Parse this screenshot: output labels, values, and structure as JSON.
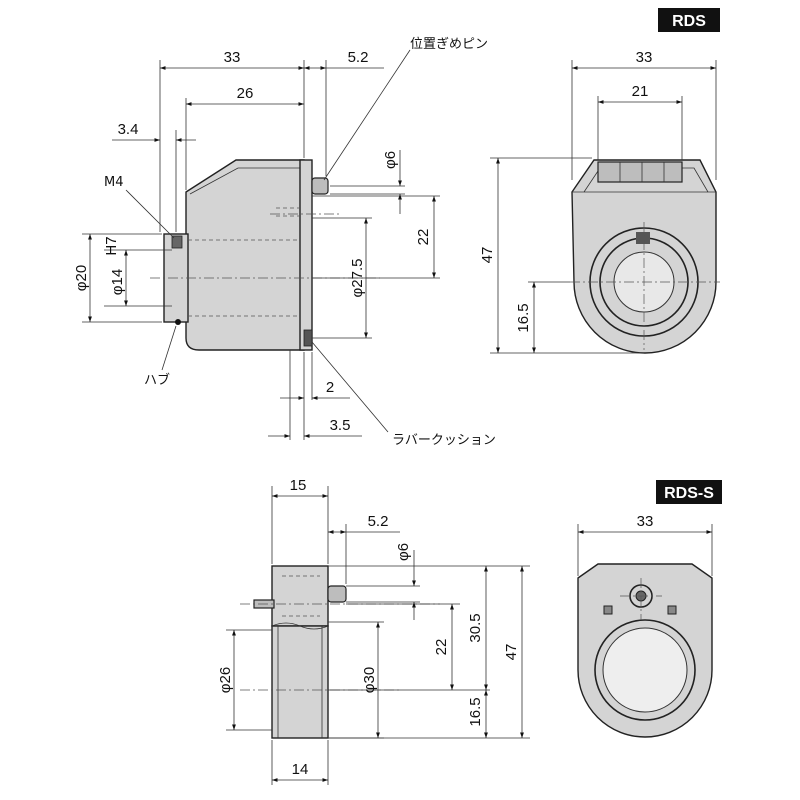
{
  "views": {
    "rds": {
      "model_label": "RDS"
    },
    "rds_s": {
      "model_label": "RDS-S"
    }
  },
  "notes": {
    "positioning_pin": "位置ぎめピン",
    "rubber_cushion": "ラバークッション",
    "hub": "ハブ",
    "thread": "M4"
  },
  "dimensions": {
    "rds_side": {
      "overall_length": "33",
      "body_length": "26",
      "pin_offset": "5.2",
      "hub_length": "3.4",
      "pin_dia": "φ6",
      "pin_height": "22",
      "hub_outer_dia": "φ20",
      "bore_dia": "φ14",
      "bore_tolerance": "H7",
      "body_dia": "φ27.5",
      "cushion_thickness": "2",
      "cushion_offset": "3.5"
    },
    "rds_front": {
      "width": "33",
      "window_width": "21",
      "height": "47",
      "center_height": "16.5"
    },
    "rds_s_side": {
      "top_width": "15",
      "pin_offset": "5.2",
      "pin_dia": "φ6",
      "pin_height": "22",
      "top_height": "30.5",
      "overall_height": "47",
      "center_height": "16.5",
      "bore_dia": "φ26",
      "outer_dia": "φ30",
      "bottom_width": "14"
    },
    "rds_s_front": {
      "width": "33"
    }
  },
  "colors": {
    "label_background": "#111111",
    "line": "#222222",
    "shade": "#d4d4d4"
  }
}
